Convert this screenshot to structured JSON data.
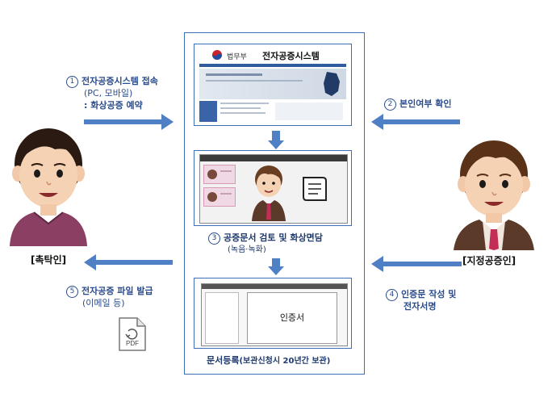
{
  "steps": {
    "s1": {
      "num": "1",
      "line1": "전자공증시스템 접속",
      "line2": "(PC, 모바일)",
      "line3": ": 화상공증 예약"
    },
    "s2": {
      "num": "2",
      "text": "본인여부 확인"
    },
    "s3": {
      "num": "3",
      "line1": "공증문서 검토 및 화상면담",
      "line2": "(녹음·녹화)"
    },
    "s4": {
      "num": "4",
      "line1": "인증문 작성 및",
      "line2": "전자서명"
    },
    "s5": {
      "num": "5",
      "line1": "전자공증 파일 발급",
      "line2": "(이메일 등)"
    }
  },
  "roles": {
    "left": "[촉탁인]",
    "right": "[지정공증인]"
  },
  "system": {
    "ministry": "법무부",
    "title": "전자공증시스템"
  },
  "doc": {
    "stamp": "인증서",
    "caption_main": "문서등록",
    "caption_sub": "(보관신청시 20년간 보관)"
  },
  "pdf": {
    "label": "PDF"
  },
  "colors": {
    "accent": "#3d6fb6",
    "arrow": "#4f7fc4",
    "text": "#2b4c8c"
  }
}
